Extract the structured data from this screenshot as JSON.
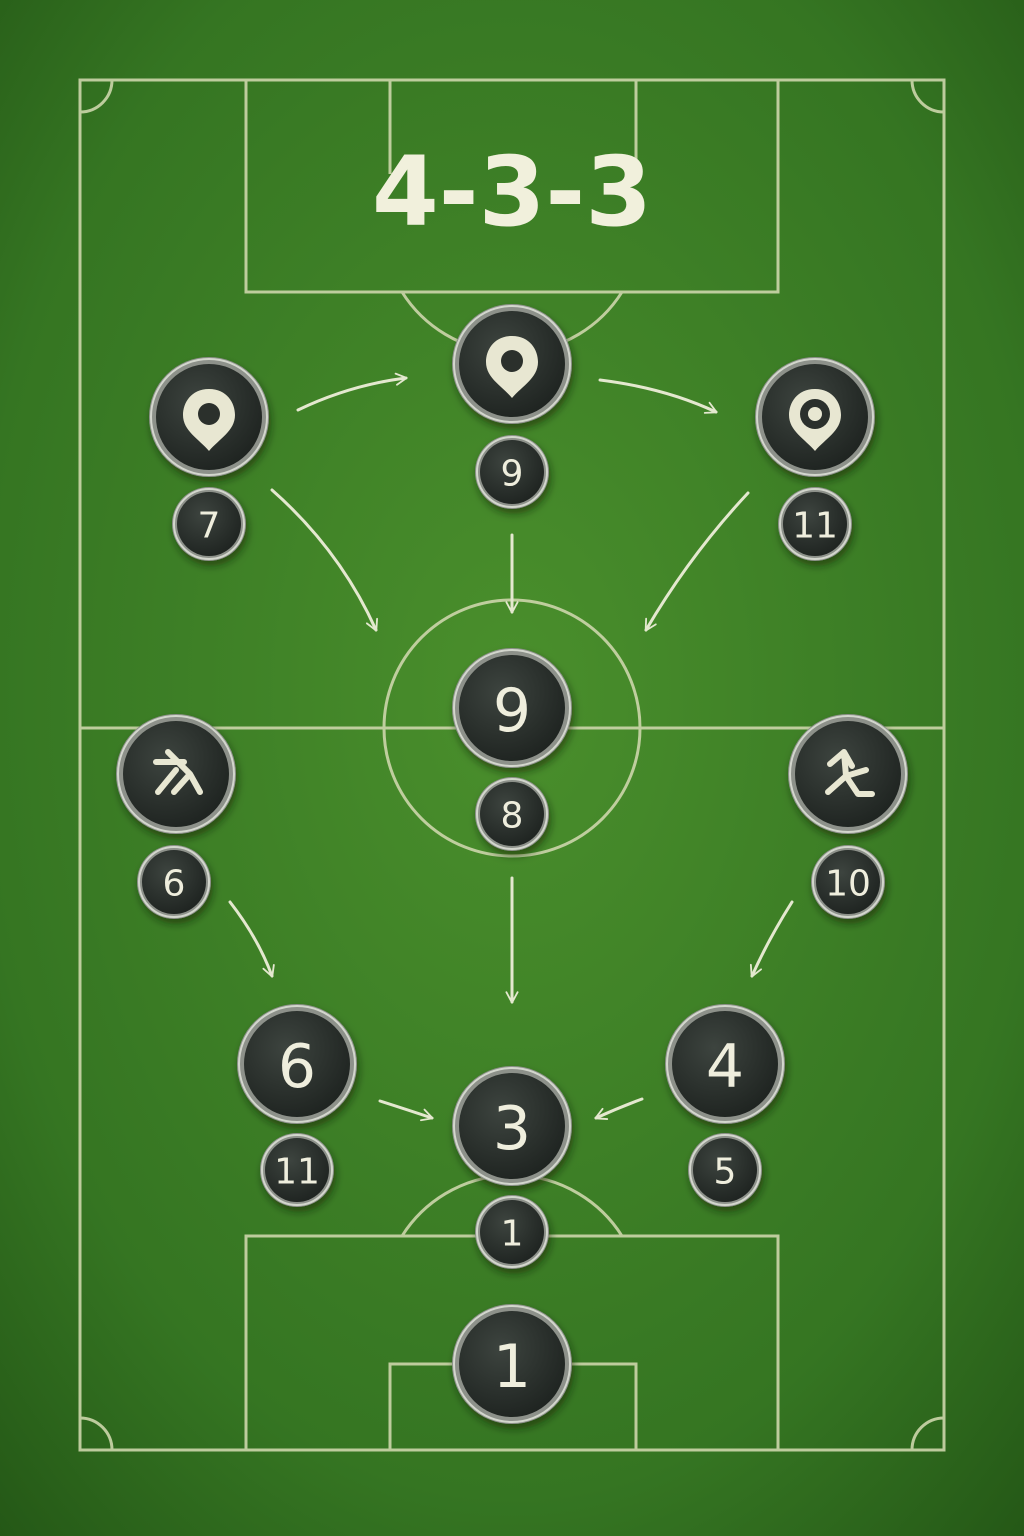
{
  "formation": "4-3-3",
  "colors": {
    "pitch": "#3c7f25",
    "pitch_dark": "#2a5f18",
    "lines": "#cfd8ae",
    "token_fill": "#2b302c",
    "token_rim": "#b9bdb6",
    "text": "#efeedd"
  },
  "tokens": [
    {
      "id": "left-forward-badge",
      "kind": "icon",
      "icon": "map-pin-icon",
      "size": "large"
    },
    {
      "id": "left-forward-number",
      "kind": "number",
      "label": "7",
      "size": "small"
    },
    {
      "id": "center-forward-badge",
      "kind": "icon",
      "icon": "map-pin-icon",
      "size": "large"
    },
    {
      "id": "center-forward-number",
      "kind": "number",
      "label": "9",
      "size": "small"
    },
    {
      "id": "right-forward-badge",
      "kind": "icon",
      "icon": "target-pin-icon",
      "size": "large"
    },
    {
      "id": "right-forward-number",
      "kind": "number",
      "label": "11",
      "size": "small"
    },
    {
      "id": "center-mid-token",
      "kind": "number",
      "label": "9",
      "size": "large"
    },
    {
      "id": "center-mid-number",
      "kind": "number",
      "label": "8",
      "size": "small"
    },
    {
      "id": "left-mid-badge",
      "kind": "icon",
      "icon": "boot-kick-icon",
      "size": "large"
    },
    {
      "id": "left-mid-number",
      "kind": "number",
      "label": "6",
      "size": "small"
    },
    {
      "id": "right-mid-badge",
      "kind": "icon",
      "icon": "runner-icon",
      "size": "large"
    },
    {
      "id": "right-mid-number",
      "kind": "number",
      "label": "10",
      "size": "small"
    },
    {
      "id": "left-back-token",
      "kind": "number",
      "label": "6",
      "size": "large"
    },
    {
      "id": "left-back-number",
      "kind": "number",
      "label": "11",
      "size": "small"
    },
    {
      "id": "center-back-token",
      "kind": "number",
      "label": "3",
      "size": "large"
    },
    {
      "id": "center-back-number",
      "kind": "number",
      "label": "1",
      "size": "small"
    },
    {
      "id": "right-back-token",
      "kind": "number",
      "label": "4",
      "size": "large"
    },
    {
      "id": "right-back-number",
      "kind": "number",
      "label": "5",
      "size": "small"
    },
    {
      "id": "goalkeeper-token",
      "kind": "number",
      "label": "1",
      "size": "large"
    }
  ]
}
